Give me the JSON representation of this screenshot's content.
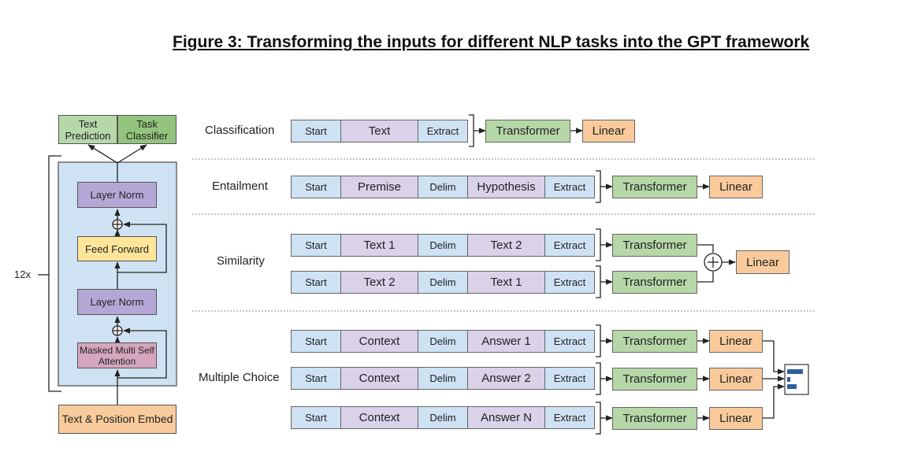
{
  "title": "Figure 3: Transforming the inputs for different NLP tasks into the GPT framework",
  "architecture": {
    "outputs": [
      "Text Prediction",
      "Task Classifier"
    ],
    "repeat_label": "12x",
    "layers": {
      "layer_norm_top": "Layer Norm",
      "feed_forward": "Feed Forward",
      "layer_norm_bottom": "Layer Norm",
      "attention": "Masked Multi Self Attention"
    },
    "embed": "Text & Position Embed"
  },
  "tasks": {
    "classification": {
      "label": "Classification",
      "tokens": [
        "Start",
        "Text",
        "Extract"
      ],
      "transformer": "Transformer",
      "linear": "Linear"
    },
    "entailment": {
      "label": "Entailment",
      "tokens": [
        "Start",
        "Premise",
        "Delim",
        "Hypothesis",
        "Extract"
      ],
      "transformer": "Transformer",
      "linear": "Linear"
    },
    "similarity": {
      "label": "Similarity",
      "rows": [
        {
          "tokens": [
            "Start",
            "Text 1",
            "Delim",
            "Text 2",
            "Extract"
          ],
          "transformer": "Transformer"
        },
        {
          "tokens": [
            "Start",
            "Text 2",
            "Delim",
            "Text 1",
            "Extract"
          ],
          "transformer": "Transformer"
        }
      ],
      "linear": "Linear"
    },
    "multiple_choice": {
      "label": "Multiple Choice",
      "rows": [
        {
          "tokens": [
            "Start",
            "Context",
            "Delim",
            "Answer 1",
            "Extract"
          ],
          "transformer": "Transformer",
          "linear": "Linear"
        },
        {
          "tokens": [
            "Start",
            "Context",
            "Delim",
            "Answer 2",
            "Extract"
          ],
          "transformer": "Transformer",
          "linear": "Linear"
        },
        {
          "tokens": [
            "Start",
            "Context",
            "Delim",
            "Answer N",
            "Extract"
          ],
          "transformer": "Transformer",
          "linear": "Linear"
        }
      ]
    }
  },
  "icons": {
    "plus": "plus-circle-icon",
    "softmax": "bar-chart-icon"
  },
  "colors": {
    "token_blue": "#cfe2f3",
    "token_lavender": "#d9d2e9",
    "transformer_green": "#b6d7a8",
    "linear_orange": "#f9cb9c",
    "feed_forward_yellow": "#ffe599",
    "attention_pink": "#d5a6bd",
    "softmax_bar": "#2f5f9e"
  }
}
